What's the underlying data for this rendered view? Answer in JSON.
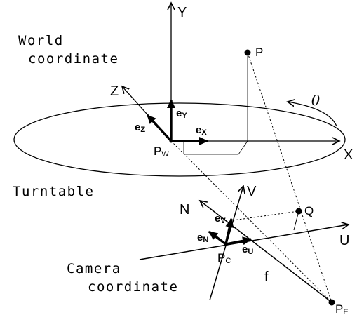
{
  "labels": {
    "world_line1": "World",
    "world_line2": "coordinate",
    "turntable": "Turntable",
    "camera_line1": "Camera",
    "camera_line2": "coordinate",
    "axis_y": "Y",
    "axis_x": "X",
    "axis_z": "Z",
    "axis_v": "V",
    "axis_u": "U",
    "axis_n": "N",
    "theta": "θ",
    "focal": "f",
    "point_p": "P",
    "point_q": "Q",
    "pw_main": "P",
    "pw_sub": "W",
    "pc_main": "P",
    "pc_sub": "C",
    "pe_main": "P",
    "pe_sub": "E",
    "ey_main": "e",
    "ey_sub": "Y",
    "ex_main": "e",
    "ex_sub": "X",
    "ez_main": "e",
    "ez_sub": "Z",
    "ev_main": "e",
    "ev_sub": "V",
    "eu_main": "e",
    "eu_sub": "U",
    "en_main": "e",
    "en_sub": "N"
  },
  "colors": {
    "stroke": "#000000",
    "background": "#ffffff"
  }
}
